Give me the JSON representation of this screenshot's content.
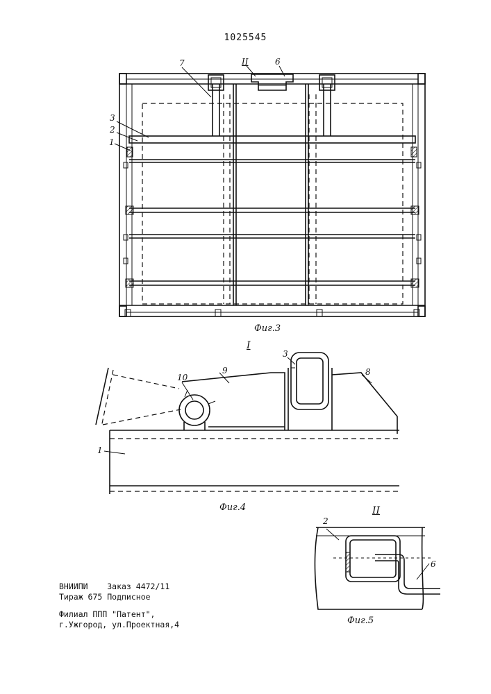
{
  "header": {
    "patent_number": "1025545"
  },
  "figures": {
    "fig3": {
      "caption": "Фиг.3",
      "labels": [
        "7",
        "II",
        "6",
        "3",
        "2",
        "1"
      ]
    },
    "fig4": {
      "caption": "Фиг.4",
      "section": "I",
      "labels": [
        "3",
        "8",
        "9",
        "10",
        "1"
      ]
    },
    "fig5": {
      "caption": "Фиг.5",
      "section": "II",
      "labels": [
        "2",
        "6"
      ]
    }
  },
  "imprint": {
    "line1": "ВНИИПИ    Заказ 4472/11",
    "line2": "Тираж 675 Подписное",
    "line3": "Филиал ППП \"Патент\",",
    "line4": "г.Ужгород, ул.Проектная,4"
  }
}
